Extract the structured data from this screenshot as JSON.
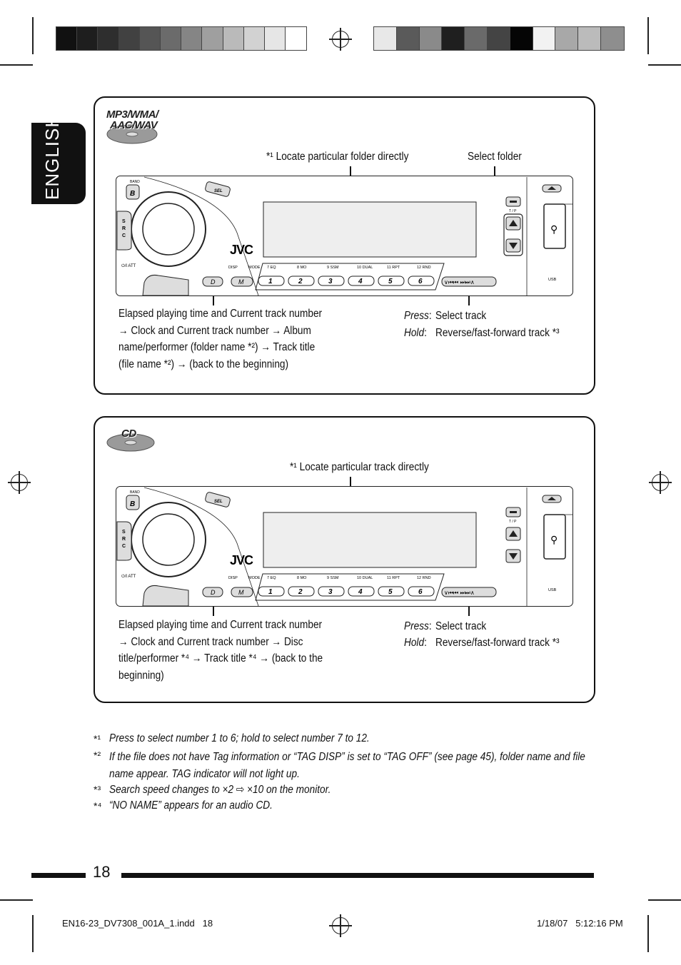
{
  "color_bar_left": [
    "#111111",
    "#1e1e1e",
    "#2e2e2e",
    "#414141",
    "#555555",
    "#6b6b6b",
    "#858585",
    "#9f9f9f",
    "#bababa",
    "#d2d2d2",
    "#e6e6e6",
    "#ffffff"
  ],
  "color_bar_right": [
    "#e8e8e8",
    "#5a5a5a",
    "#8a8a8a",
    "#1f1f1f",
    "#6a6a6a",
    "#444444",
    "#050505",
    "#f2f2f2",
    "#a8a8a8",
    "#bbbbbb",
    "#8e8e8e"
  ],
  "language_tab": "ENGLISH",
  "panel1": {
    "disc_label_line1": "MP3/WMA/",
    "disc_label_line2": "AAC/WAV",
    "locate_note": "*¹ Locate particular folder directly",
    "select_folder": "Select folder",
    "disp_text": "Elapsed playing time and Current track number → Clock and Current track number → Album name/performer (folder name *²) → Track title (file name *²) → (back to the beginning)",
    "press_label": "Press",
    "press_text": "Select track",
    "hold_label": "Hold",
    "hold_text": "Reverse/fast-forward track *³"
  },
  "panel2": {
    "disc_label": "CD",
    "locate_note": "*¹ Locate particular track directly",
    "disp_text": "Elapsed playing time and Current track number → Clock and Current track number → Disc title/performer *⁴ → Track title *⁴ → (back to the beginning)",
    "press_label": "Press",
    "press_text": "Select track",
    "hold_label": "Hold",
    "hold_text": "Reverse/fast-forward track *³"
  },
  "device": {
    "brand": "JVC",
    "band": "BAND",
    "sel": "SEL",
    "src": "S R C",
    "att": "⏻/I ATT",
    "disp": "DISP",
    "mode": "MODE",
    "d": "D",
    "m": "M",
    "tp": "T / P",
    "usb": "USB",
    "top_labels": [
      "7  EQ",
      "8  MO",
      "9  SSM",
      "10  DUAL",
      "11  RPT",
      "12  RND"
    ],
    "numbers": [
      "1",
      "2",
      "3",
      "4",
      "5",
      "6"
    ]
  },
  "footnotes": [
    {
      "mark": "*¹",
      "text": "Press to select number 1 to 6; hold to select number 7 to 12."
    },
    {
      "mark": "*²",
      "text": "If the file does not have Tag information or “TAG DISP” is set to “TAG OFF” (see page 45), folder name and file name appear. TAG indicator will not light up."
    },
    {
      "mark": "*³",
      "text": "Search speed changes to ×2 ⇨ ×10 on the monitor."
    },
    {
      "mark": "*⁴",
      "text": "“NO NAME” appears for an audio CD."
    }
  ],
  "page_number": "18",
  "slug": {
    "file": "EN16-23_DV7308_001A_1.indd   18",
    "date": "1/18/07   5:12:16 PM"
  }
}
